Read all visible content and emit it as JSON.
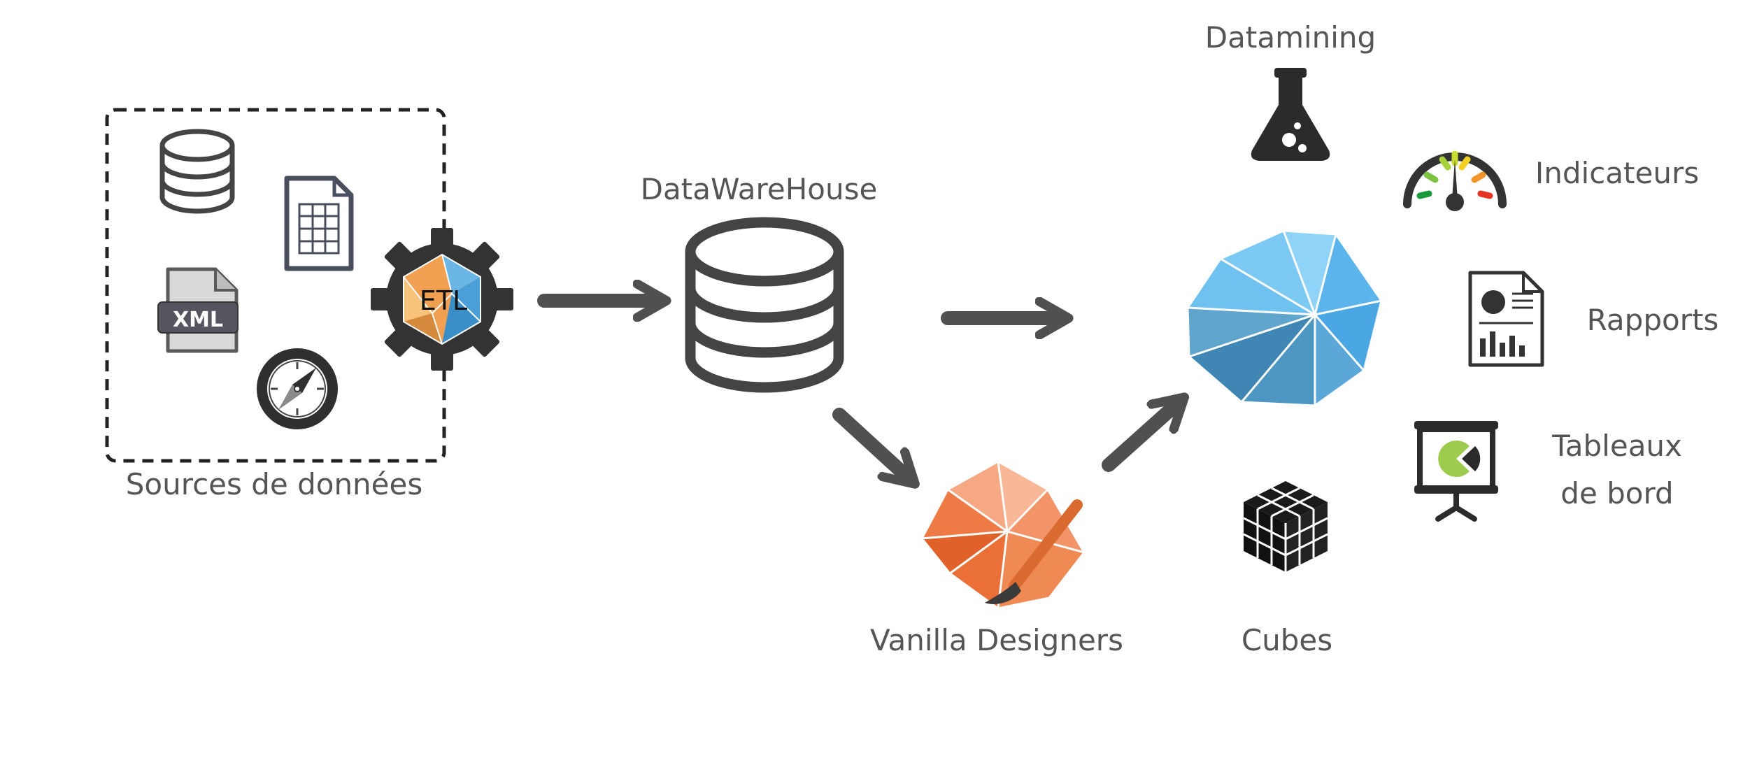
{
  "labels": {
    "sources": "Sources de données",
    "warehouse": "DataWareHouse",
    "etl": "ETL",
    "xml": "XML",
    "datamining": "Datamining",
    "indicateurs": "Indicateurs",
    "rapports": "Rapports",
    "tableaux_line1": "Tableaux",
    "tableaux_line2": "de bord",
    "vanilla": "Vanilla Designers",
    "cubes": "Cubes"
  },
  "colors": {
    "text": "#555555",
    "icon": "#444444",
    "blue_hub": "#5bb4ec",
    "orange_designer": "#f08a55",
    "etl_gear": "#333333"
  }
}
